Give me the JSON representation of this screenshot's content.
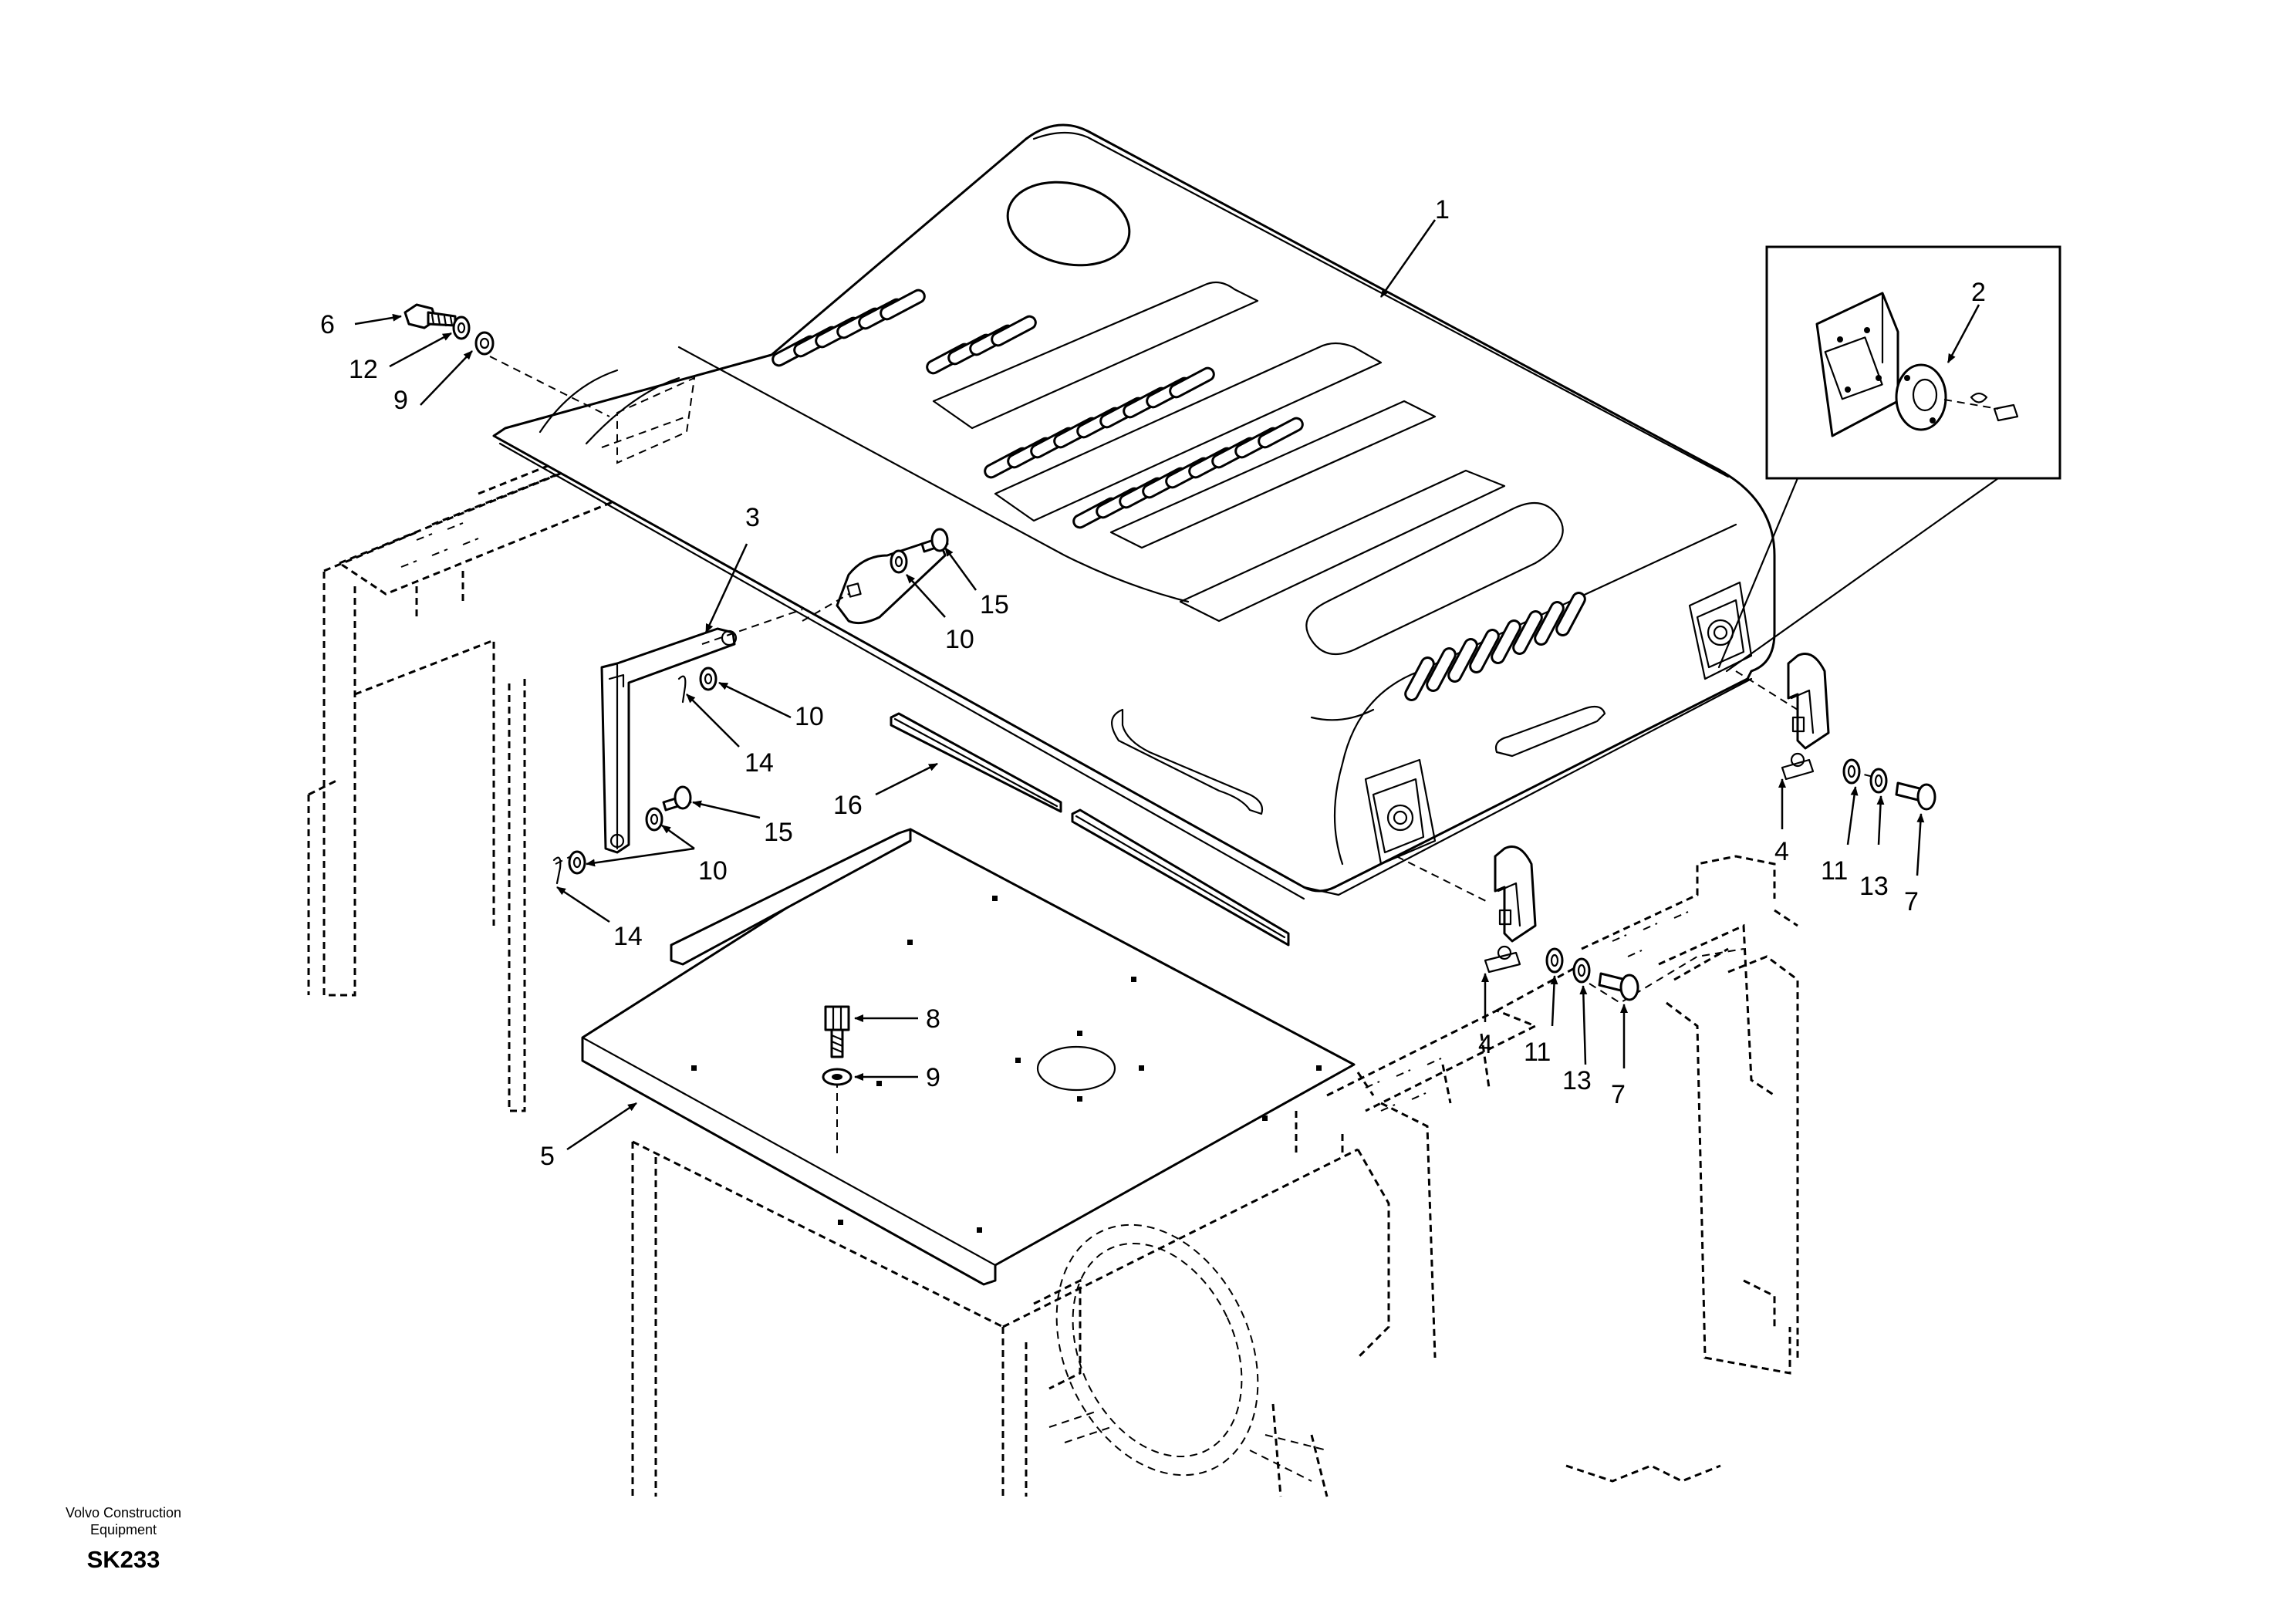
{
  "callouts": {
    "c1": "1",
    "c2": "2",
    "c3": "3",
    "c4a": "4",
    "c4b": "4",
    "c5": "5",
    "c6": "6",
    "c7a": "7",
    "c7b": "7",
    "c8": "8",
    "c9a": "9",
    "c9b": "9",
    "c10a": "10",
    "c10b": "10",
    "c10c": "10",
    "c11a": "11",
    "c11b": "11",
    "c12": "12",
    "c13a": "13",
    "c13b": "13",
    "c14a": "14",
    "c14b": "14",
    "c15a": "15",
    "c15b": "15",
    "c16": "16"
  },
  "footer": {
    "brand_line1": "Volvo Construction",
    "brand_line2": "Equipment",
    "drawing_code": "SK233"
  }
}
